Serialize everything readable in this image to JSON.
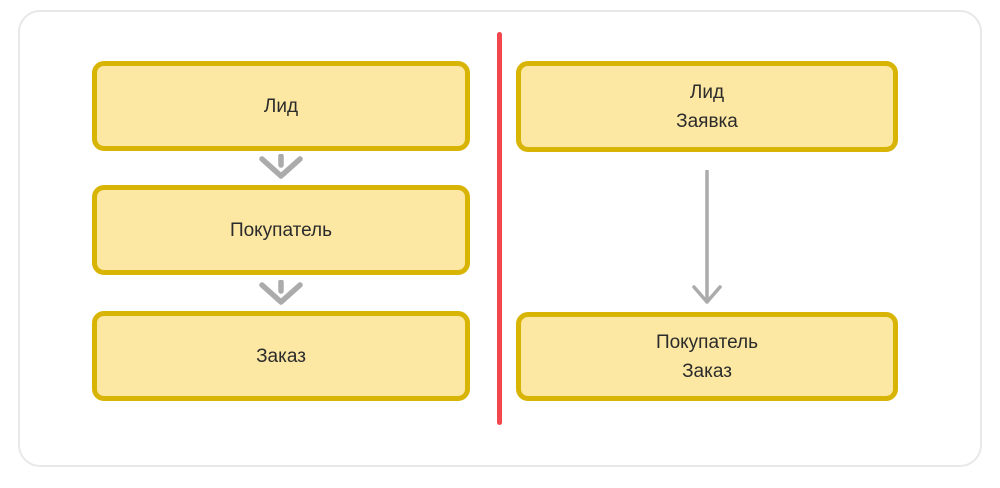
{
  "colors": {
    "box_fill": "#FCE7A3",
    "box_border": "#D8B504",
    "text": "#2B2B2B",
    "arrow": "#ABABAB",
    "divider": "#F2474C",
    "card_border": "#E8E8EA",
    "background": "#FFFFFF"
  },
  "left_flow": {
    "nodes": [
      "Лид",
      "Покупатель",
      "Заказ"
    ]
  },
  "right_flow": {
    "nodes": [
      {
        "lines": [
          "Лид",
          "Заявка"
        ]
      },
      {
        "lines": [
          "Покупатель",
          "Заказ"
        ]
      }
    ]
  }
}
